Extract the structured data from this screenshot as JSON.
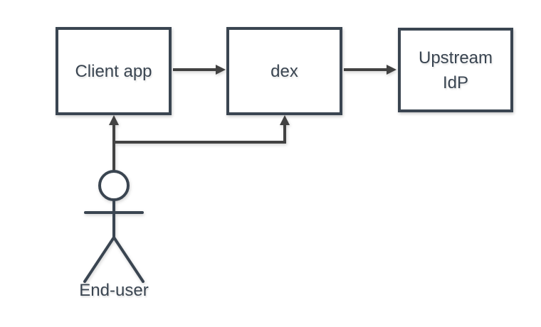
{
  "diagram": {
    "type": "flow",
    "nodes": [
      {
        "id": "client-app",
        "label": "Client app"
      },
      {
        "id": "dex",
        "label": "dex"
      },
      {
        "id": "upstream-idp",
        "label": "Upstream IdP"
      }
    ],
    "actor": {
      "id": "end-user",
      "label": "End-user"
    },
    "edges": [
      {
        "from": "client-app",
        "to": "dex"
      },
      {
        "from": "dex",
        "to": "upstream-idp"
      },
      {
        "from": "end-user",
        "to": "client-app"
      },
      {
        "from": "end-user",
        "to": "dex"
      }
    ],
    "colors": {
      "background": "#ffffff",
      "node_fill": "#ffffff",
      "node_stroke": "#3a4551",
      "label_text": "#3a4551",
      "edge_stroke": "#424242"
    }
  }
}
